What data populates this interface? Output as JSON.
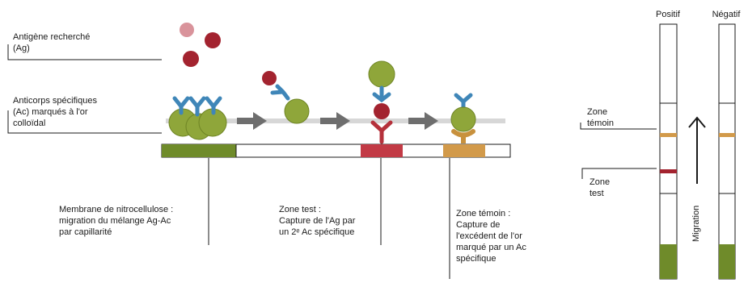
{
  "labels": {
    "antigen": "Antigène recherché\n(Ag)",
    "antibodies": "Anticorps spécifiques\n(Ac) marqués à l'or\ncolloïdal",
    "membrane": "Membrane de nitrocellulose :\nmigration du mélange Ag-Ac\npar capillarité",
    "test_zone": "Zone test :\nCapture de l'Ag par\nun 2ᵉ Ac spécifique",
    "control_zone": "Zone témoin :\nCapture de\nl'excédent de l'or\nmarqué par un Ac\nspécifique"
  },
  "strips": {
    "positive_label": "Positif",
    "negative_label": "Négatif",
    "zone_control_label": "Zone\ntémoin",
    "zone_test_label": "Zone\ntest",
    "migration_label": "Migration"
  },
  "colors": {
    "gold": "#8fa63a",
    "gold_dark": "#6e8424",
    "antigen": "#a3232f",
    "antigen_light": "#d9939b",
    "antibody": "#3f86b8",
    "membrane_green": "#6f8b2a",
    "test_band": "#c23a45",
    "control_band": "#d29a4a",
    "control_antibody": "#c8913d",
    "test_antibody": "#b5313b",
    "arrow": "#6e6e6e",
    "flow_line": "#d7d7d7"
  }
}
